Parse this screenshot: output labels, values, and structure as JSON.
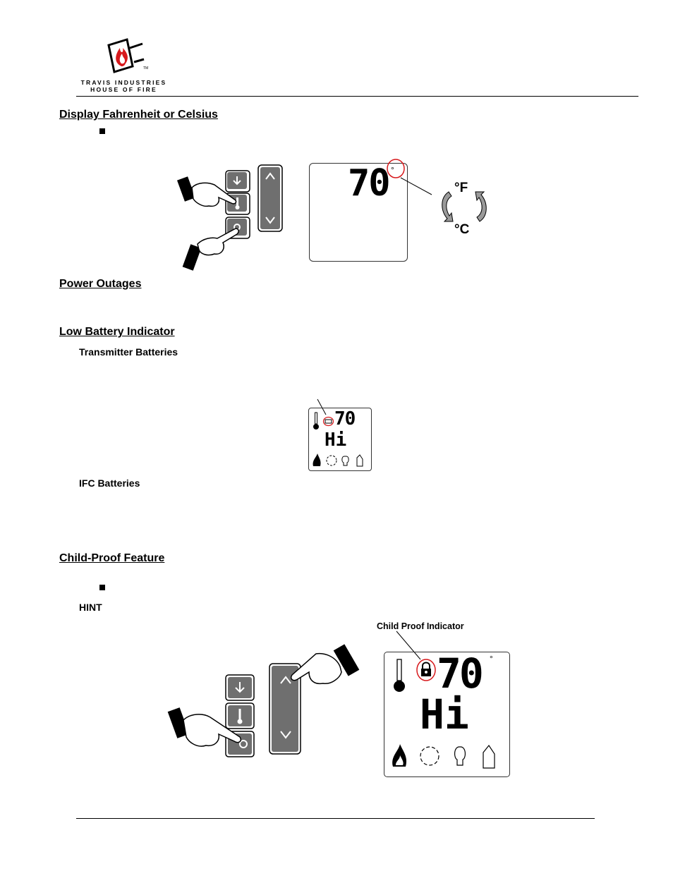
{
  "logo": {
    "brand_line1": "TRAVIS INDUSTRIES",
    "brand_line2": "HOUSE OF FIRE",
    "trademark": "TM"
  },
  "sections": {
    "fahrenheit": {
      "heading": "Display Fahrenheit or Celsius"
    },
    "power": {
      "heading": "Power Outages"
    },
    "battery": {
      "heading": "Low Battery Indicator",
      "transmitter": "Transmitter Batteries",
      "ifc": "IFC Batteries"
    },
    "childproof": {
      "heading": "Child-Proof Feature",
      "hint": "HINT",
      "callout": "Child Proof Indicator"
    }
  },
  "figures": {
    "temp_display": {
      "value": "70",
      "degree": "°"
    },
    "units": {
      "fahrenheit": "°F",
      "celsius": "°C"
    },
    "small_display": {
      "value": "70",
      "mode": "Hi"
    },
    "large_display": {
      "value": "70",
      "mode": "Hi"
    }
  },
  "colors": {
    "highlight": "#d7191c",
    "lcd_border": "#333333",
    "arrow_gray": "#9a9a9a",
    "button_gray": "#6f6f6f"
  }
}
